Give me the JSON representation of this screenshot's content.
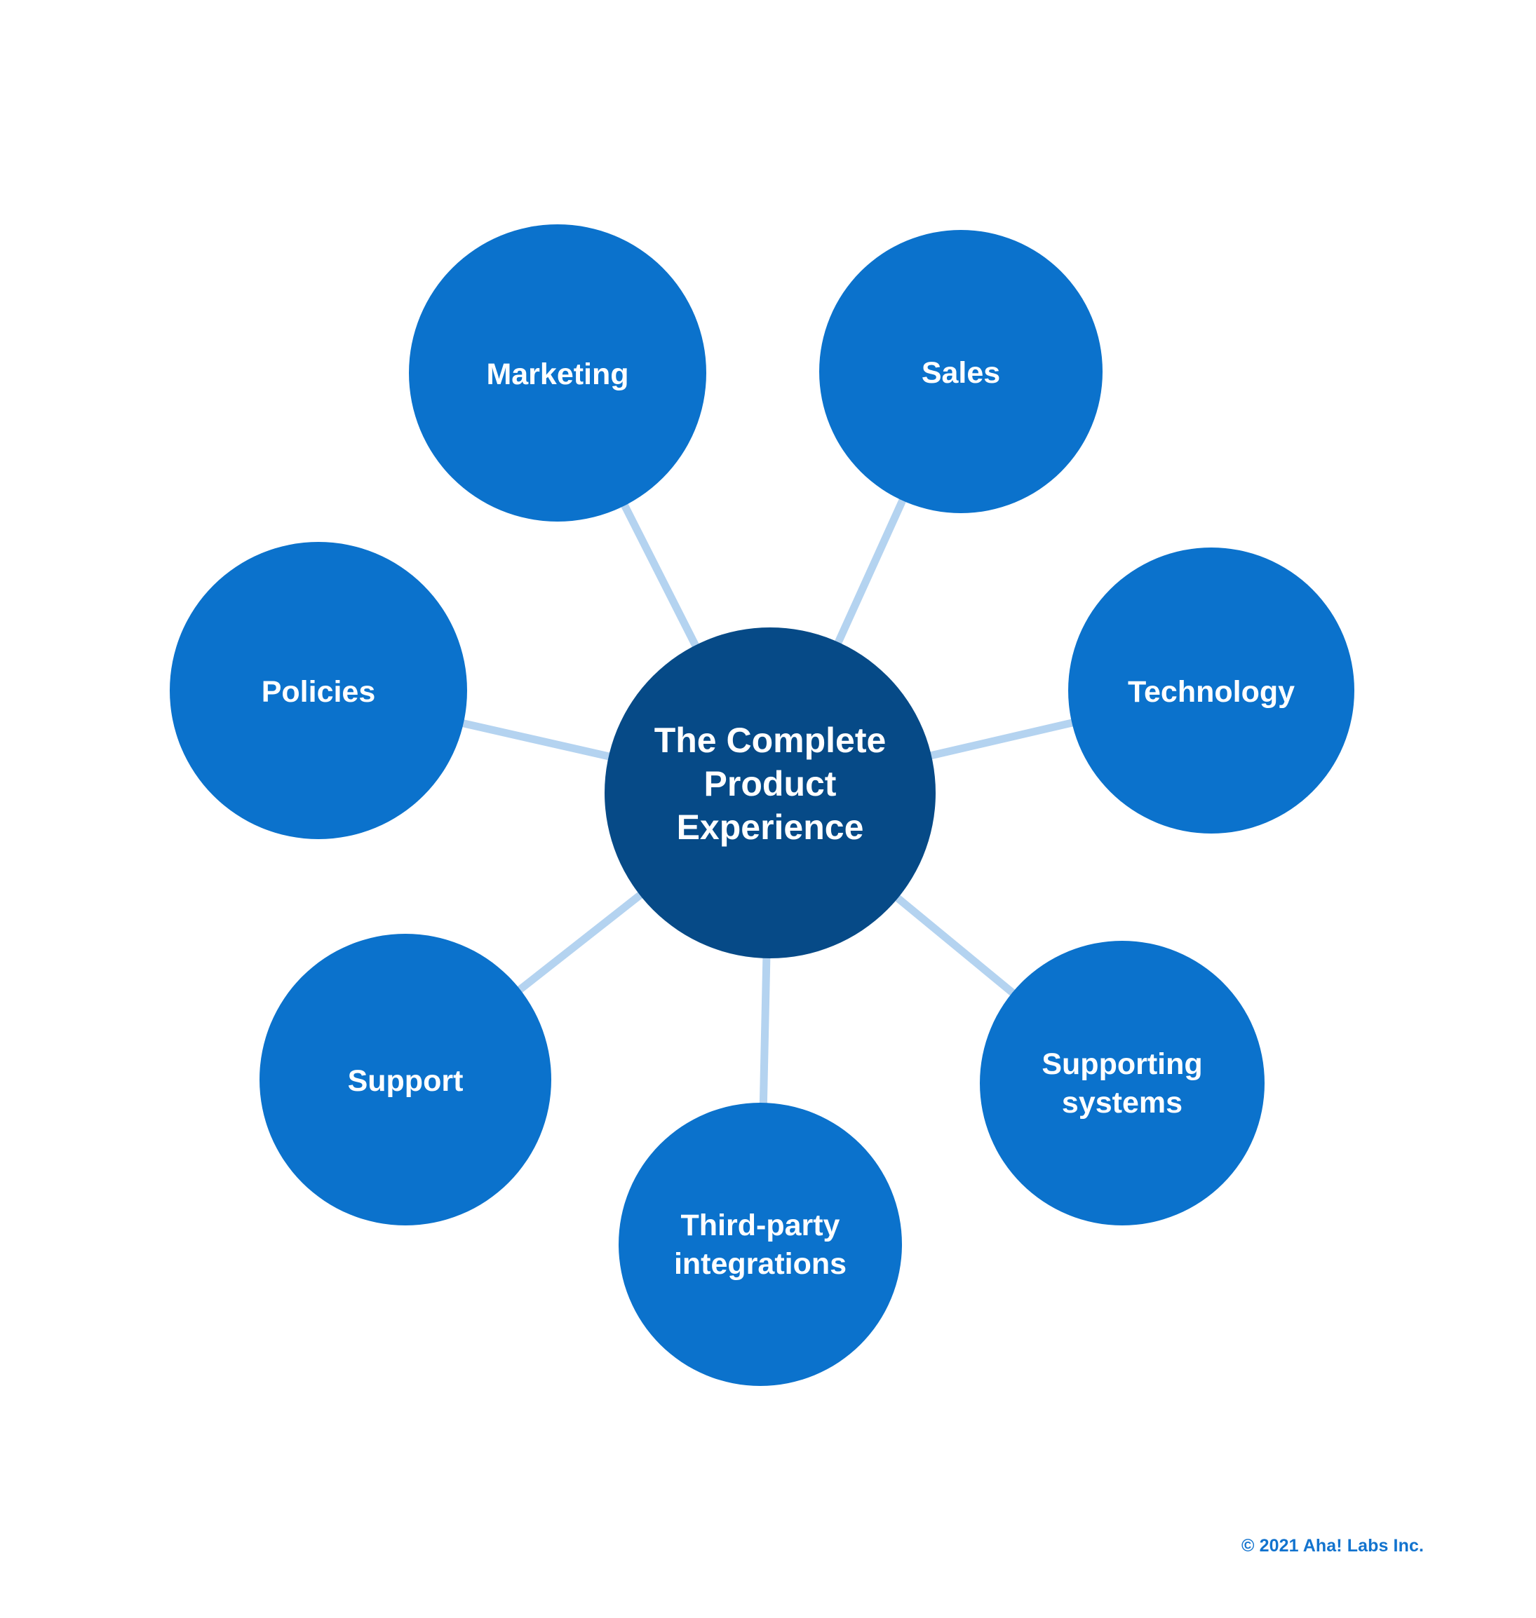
{
  "diagram": {
    "title": "The Complete Product Experience",
    "type": "hub-and-spoke",
    "background_color": "#ffffff",
    "center": {
      "label_lines": [
        "The Complete",
        "Product",
        "Experience"
      ],
      "label": "The Complete Product Experience",
      "color": "#064a87"
    },
    "spoke_color": "#0b72cc",
    "connector_color": "#b4d3f0",
    "spokes": [
      {
        "id": "marketing",
        "label_lines": [
          "Marketing"
        ],
        "label": "Marketing"
      },
      {
        "id": "sales",
        "label_lines": [
          "Sales"
        ],
        "label": "Sales"
      },
      {
        "id": "technology",
        "label_lines": [
          "Technology"
        ],
        "label": "Technology"
      },
      {
        "id": "supporting-systems",
        "label_lines": [
          "Supporting",
          "systems"
        ],
        "label": "Supporting systems"
      },
      {
        "id": "third-party-integrations",
        "label_lines": [
          "Third-party",
          "integrations"
        ],
        "label": "Third-party integrations"
      },
      {
        "id": "support",
        "label_lines": [
          "Support"
        ],
        "label": "Support"
      },
      {
        "id": "policies",
        "label_lines": [
          "Policies"
        ],
        "label": "Policies"
      }
    ]
  },
  "footer": {
    "copyright": "© 2021 Aha! Labs Inc."
  }
}
